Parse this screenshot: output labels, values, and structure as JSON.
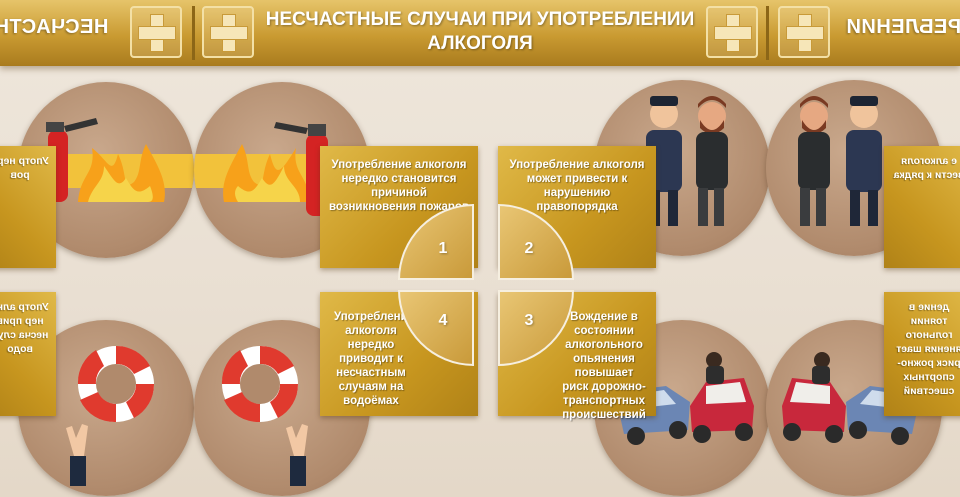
{
  "header": {
    "title_line1": "НЕСЧАСТНЫЕ СЛУЧАИ ПРИ УПОТРЕБЛЕНИИ",
    "title_line2": "АЛКОГОЛЯ",
    "left_fragment": "НЕСЧАСТН",
    "right_fragment": "РЕБЛЕНИИ"
  },
  "cards": [
    {
      "number": "1",
      "icon": "fire-extinguisher-icon",
      "text": "Употребление алкоголя нередко становится причиной возникновения пожаров"
    },
    {
      "number": "2",
      "icon": "police-arrest-icon",
      "text": "Употребление алкоголя может привести к нарушению правопорядка"
    },
    {
      "number": "3",
      "icon": "car-crash-icon",
      "text": "Вождение в состоянии алкогольного опьянения повышает риск дорожно-транспортных происшествий"
    },
    {
      "number": "4",
      "icon": "lifebuoy-icon",
      "text": "Употребление алкоголя нередко приводит к несчастным случаям на водоёмах"
    }
  ],
  "mirrored_fragments": {
    "left_top": "Употр нере ров",
    "left_bottom": "Употр алко нер прив несча случ водо",
    "right_top": "е алкоголя вести к рядка",
    "right_bottom": "дение в тоянии гольного янения шает риск рожно- спортных сшествий"
  },
  "colors": {
    "gold": "#c7961f",
    "circle": "#b08a6c",
    "background": "#ece3d6"
  }
}
